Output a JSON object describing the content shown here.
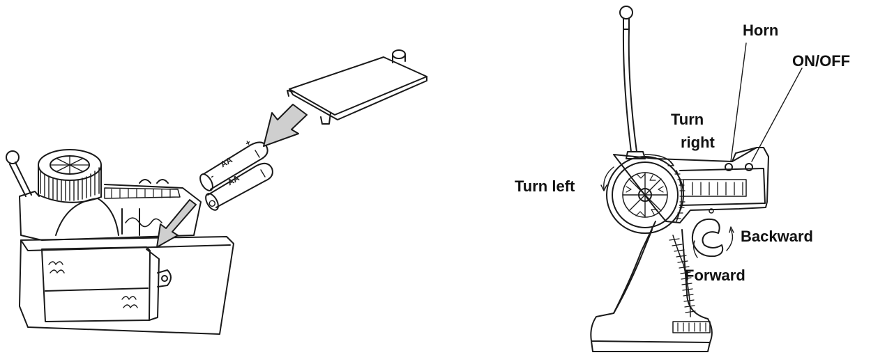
{
  "battery": {
    "label_top": "AA",
    "label_bottom": "AA",
    "plus_sign": "+",
    "minus_sign": "-"
  },
  "controls": {
    "horn": "Horn",
    "on_off": "ON/OFF",
    "turn_right_line1": "Turn",
    "turn_right_line2": "right",
    "turn_left": "Turn left",
    "backward": "Backward",
    "forward": "Forward"
  }
}
